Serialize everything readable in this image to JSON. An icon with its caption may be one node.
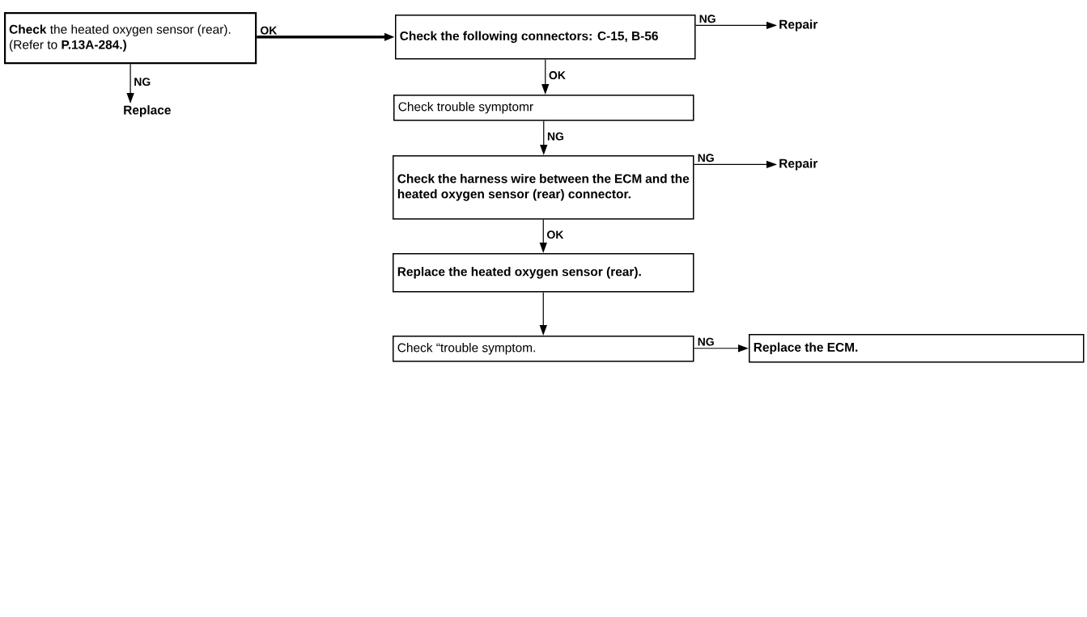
{
  "diagram": {
    "nodes": [
      {
        "text": [
          "**Check** the heated oxygen sensor (rear). (Refer to **P.13A-284.)**"
        ]
      },
      {
        "text": [
          "Replace"
        ]
      },
      {
        "text": [
          "Check the following connectors: C-15, B-56"
        ]
      },
      {
        "text": [
          "Repair"
        ]
      },
      {
        "text": [
          "Check trouble symptomr"
        ]
      },
      {
        "text": [
          "Check the harness wire between the ECM and the heated oxygen sensor (rear) connector."
        ]
      },
      {
        "text": [
          "Repair"
        ]
      },
      {
        "text": [
          "Replace the heated oxygen sensor (rear)."
        ]
      },
      {
        "text": [
          "Check “trouble symptom."
        ]
      },
      {
        "text": [
          "Replace the ECM."
        ]
      }
    ],
    "edges": [
      {
        "from": 0,
        "to": 2,
        "arrow": "to",
        "label": "OK",
        "style": "thick"
      },
      {
        "from": 0,
        "to": 1,
        "arrow": "to",
        "label": "NG"
      },
      {
        "from": 2,
        "to": 3,
        "arrow": "to",
        "label": "NG"
      },
      {
        "from": 2,
        "to": 4,
        "arrow": "to",
        "label": "OK"
      },
      {
        "from": 4,
        "to": 5,
        "arrow": "to",
        "label": "NG"
      },
      {
        "from": 5,
        "to": 6,
        "arrow": "to",
        "label": "NG"
      },
      {
        "from": 5,
        "to": 7,
        "arrow": "to",
        "label": "OK"
      },
      {
        "from": 7,
        "to": 8,
        "arrow": "to"
      },
      {
        "from": 8,
        "to": 9,
        "arrow": "to",
        "label": "NG"
      }
    ]
  }
}
